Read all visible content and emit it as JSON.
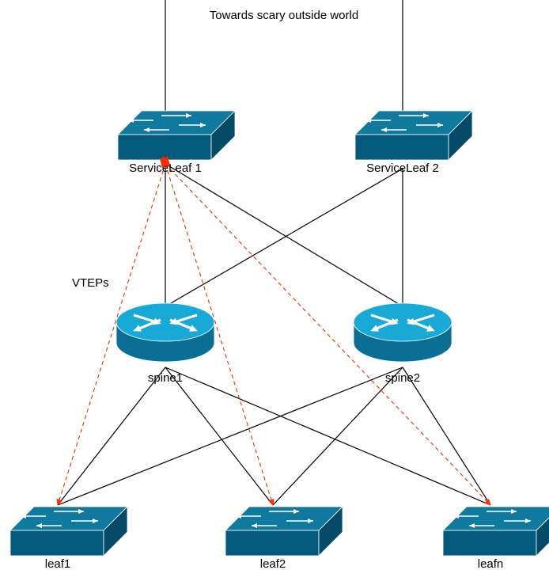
{
  "header": {
    "text": "Towards scary outside world"
  },
  "annotation": {
    "text": "VTEPs"
  },
  "nodes": {
    "serviceleaf1": {
      "label": "ServiceLeaf 1",
      "type": "switch"
    },
    "serviceleaf2": {
      "label": "ServiceLeaf 2",
      "type": "switch"
    },
    "spine1": {
      "label": "spine1",
      "type": "router"
    },
    "spine2": {
      "label": "spine2",
      "type": "router"
    },
    "leaf1": {
      "label": "leaf1",
      "type": "switch"
    },
    "leaf2": {
      "label": "leaf2",
      "type": "switch"
    },
    "leafn": {
      "label": "leafn",
      "type": "switch"
    }
  },
  "links": [
    [
      "serviceleaf1",
      "spine1"
    ],
    [
      "serviceleaf1",
      "spine2"
    ],
    [
      "serviceleaf2",
      "spine1"
    ],
    [
      "serviceleaf2",
      "spine2"
    ],
    [
      "spine1",
      "leaf1"
    ],
    [
      "spine1",
      "leaf2"
    ],
    [
      "spine1",
      "leafn"
    ],
    [
      "spine2",
      "leaf1"
    ],
    [
      "spine2",
      "leaf2"
    ],
    [
      "spine2",
      "leafn"
    ]
  ],
  "uplinks": [
    "serviceleaf1",
    "serviceleaf2"
  ],
  "tunnels": [
    [
      "serviceleaf1",
      "leaf1"
    ],
    [
      "serviceleaf1",
      "leaf2"
    ],
    [
      "serviceleaf1",
      "leafn"
    ]
  ],
  "colors": {
    "device_top": "#0f7a9e",
    "device_front": "#045a7c",
    "device_side": "#034a68",
    "router_top": "#19a9d6",
    "router_body": "#0b6f95",
    "tunnel": "#ff2a00",
    "link": "#000000"
  }
}
